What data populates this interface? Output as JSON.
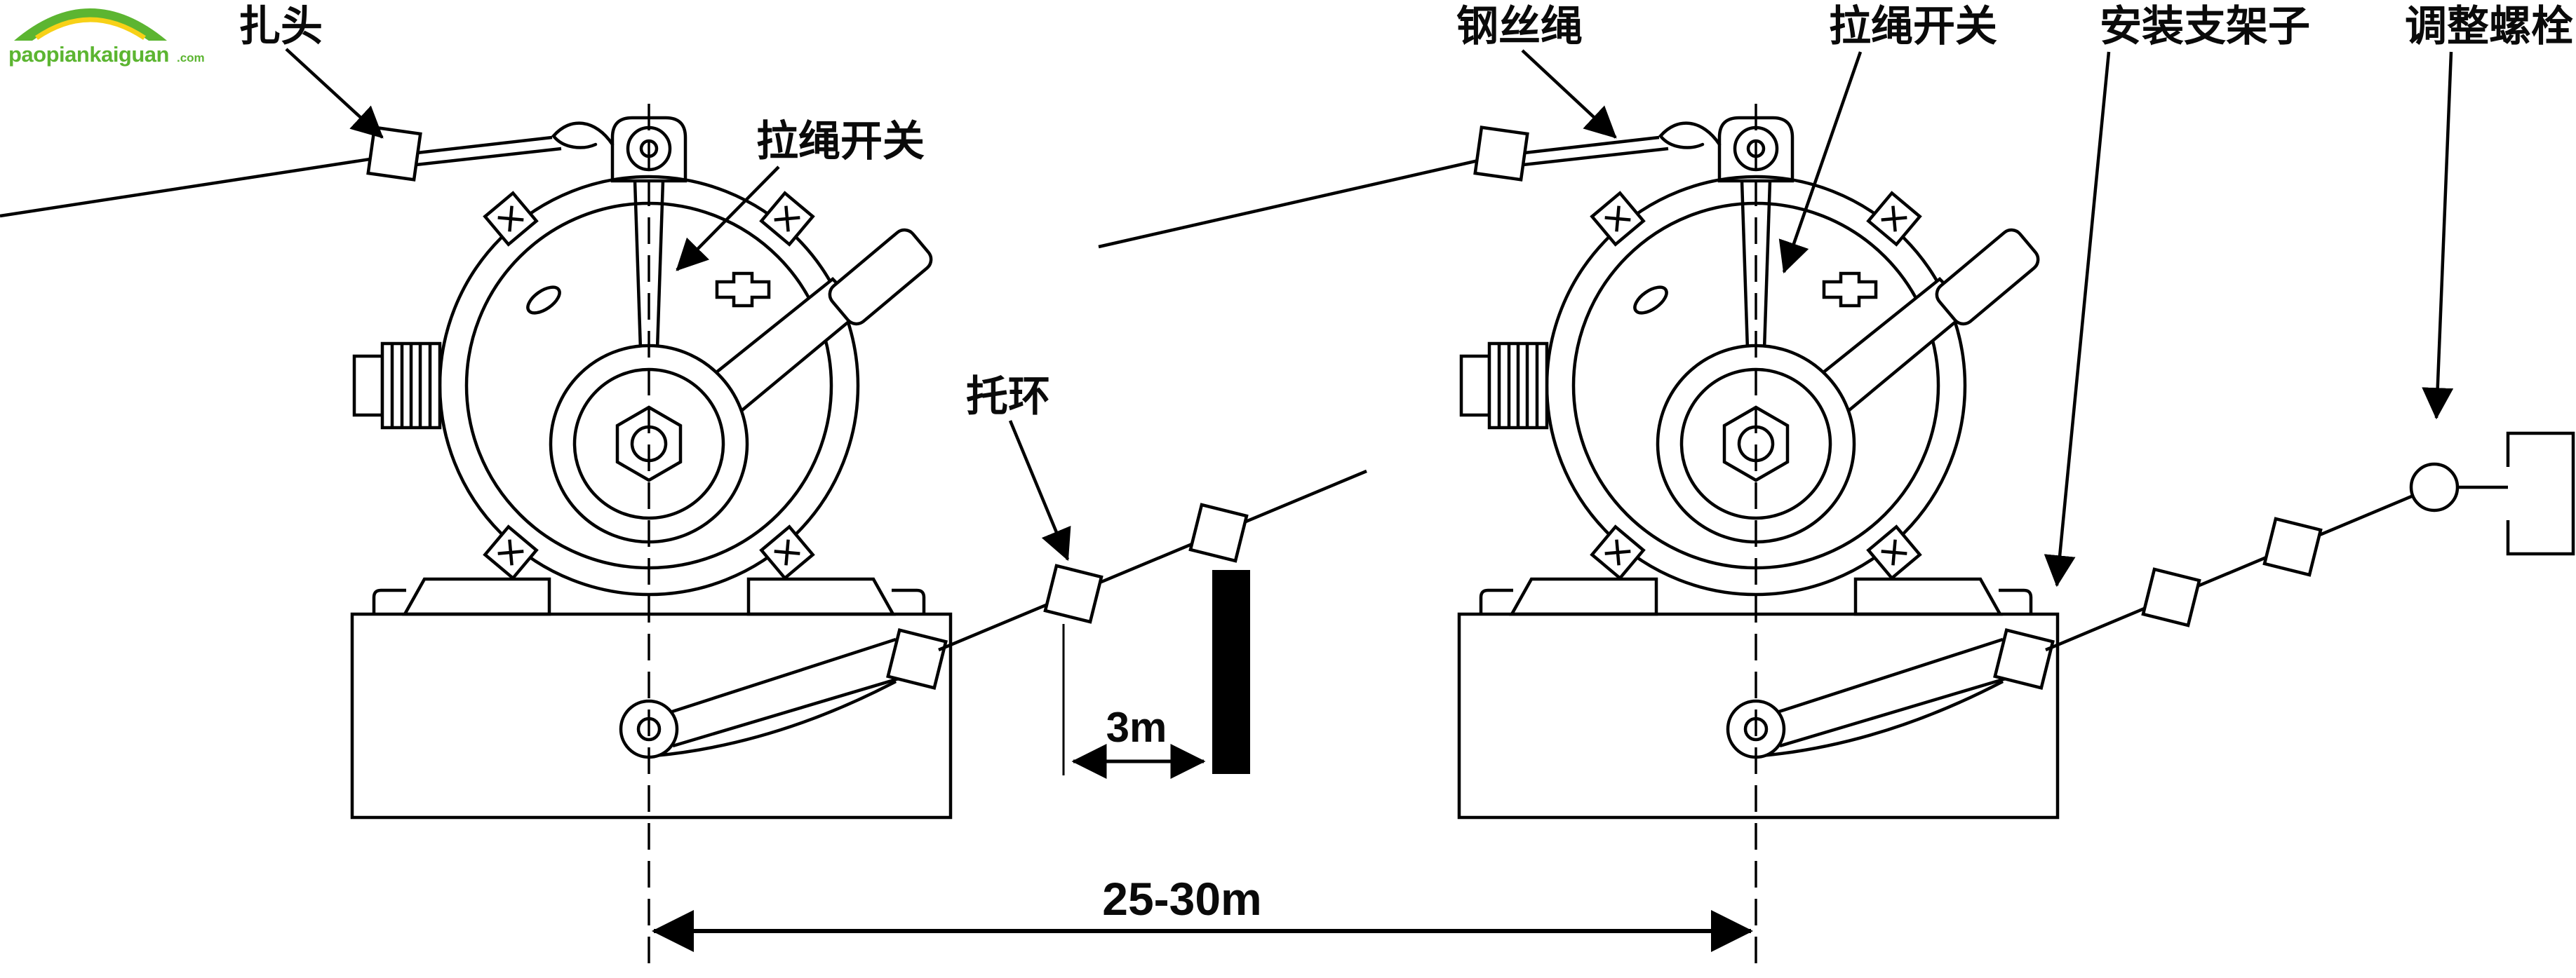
{
  "watermark": {
    "brand": "paopiankaiguan",
    "suffix": ".com",
    "green": "#5cb531",
    "yellow": "#f7d117"
  },
  "labels": {
    "clamp_head": "扎头",
    "pull_rope_switch_left": "拉绳开关",
    "support_ring": "托环",
    "wire_rope": "钢丝绳",
    "pull_rope_switch_right": "拉绳开关",
    "mounting_bracket": "安装支架子",
    "adjusting_bolt": "调整螺栓"
  },
  "dimensions": {
    "ring_offset": "3m",
    "switch_spacing": "25-30m"
  },
  "colors": {
    "line": "#000000",
    "background": "#ffffff"
  }
}
